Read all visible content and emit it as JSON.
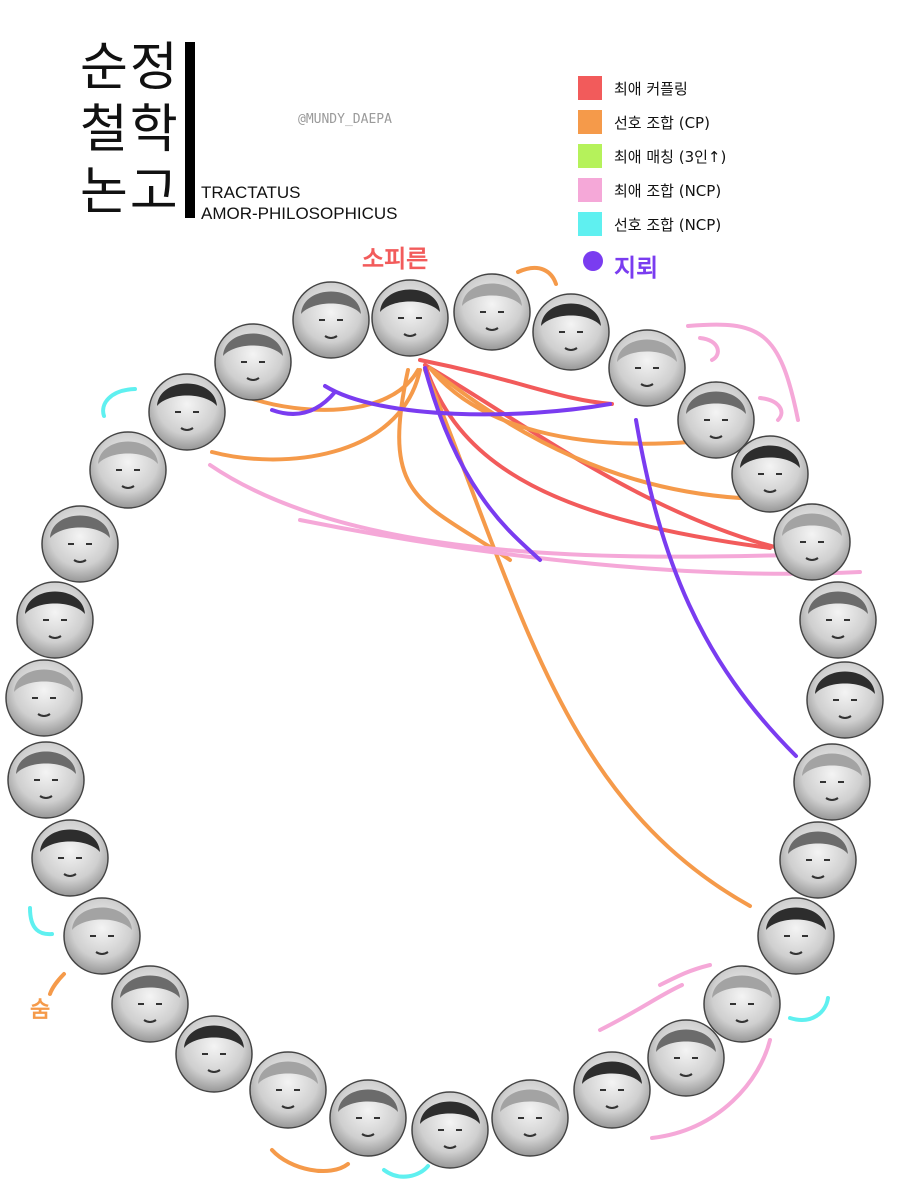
{
  "title": {
    "line1": "순정",
    "line2": "철학",
    "line3": "논고"
  },
  "subtitle": {
    "line1": "TRACTATUS",
    "line2": "AMOR-PHILOSOPHICUS"
  },
  "handle": "@MUNDY_DAEPA",
  "legend": [
    {
      "label": "최애 커플링",
      "color": "#f25b5b"
    },
    {
      "label": "선호 조합 (CP)",
      "color": "#f59a4a"
    },
    {
      "label": "최애 매칭 (3인↑)",
      "color": "#b5f25b"
    },
    {
      "label": "최애 조합 (NCP)",
      "color": "#f5a8d8"
    },
    {
      "label": "선호 조합 (NCP)",
      "color": "#5ff0f0"
    }
  ],
  "dot_label": "지뢰",
  "dot_color": "#7a3cf0",
  "annotations": {
    "sophie": "소피른",
    "hidden": "숨"
  },
  "colors": {
    "red": "#f25b5b",
    "orange": "#f59a4a",
    "pink": "#f5a8d8",
    "cyan": "#5ff0f0",
    "purple": "#7a3cf0"
  },
  "portraits_count": 31
}
